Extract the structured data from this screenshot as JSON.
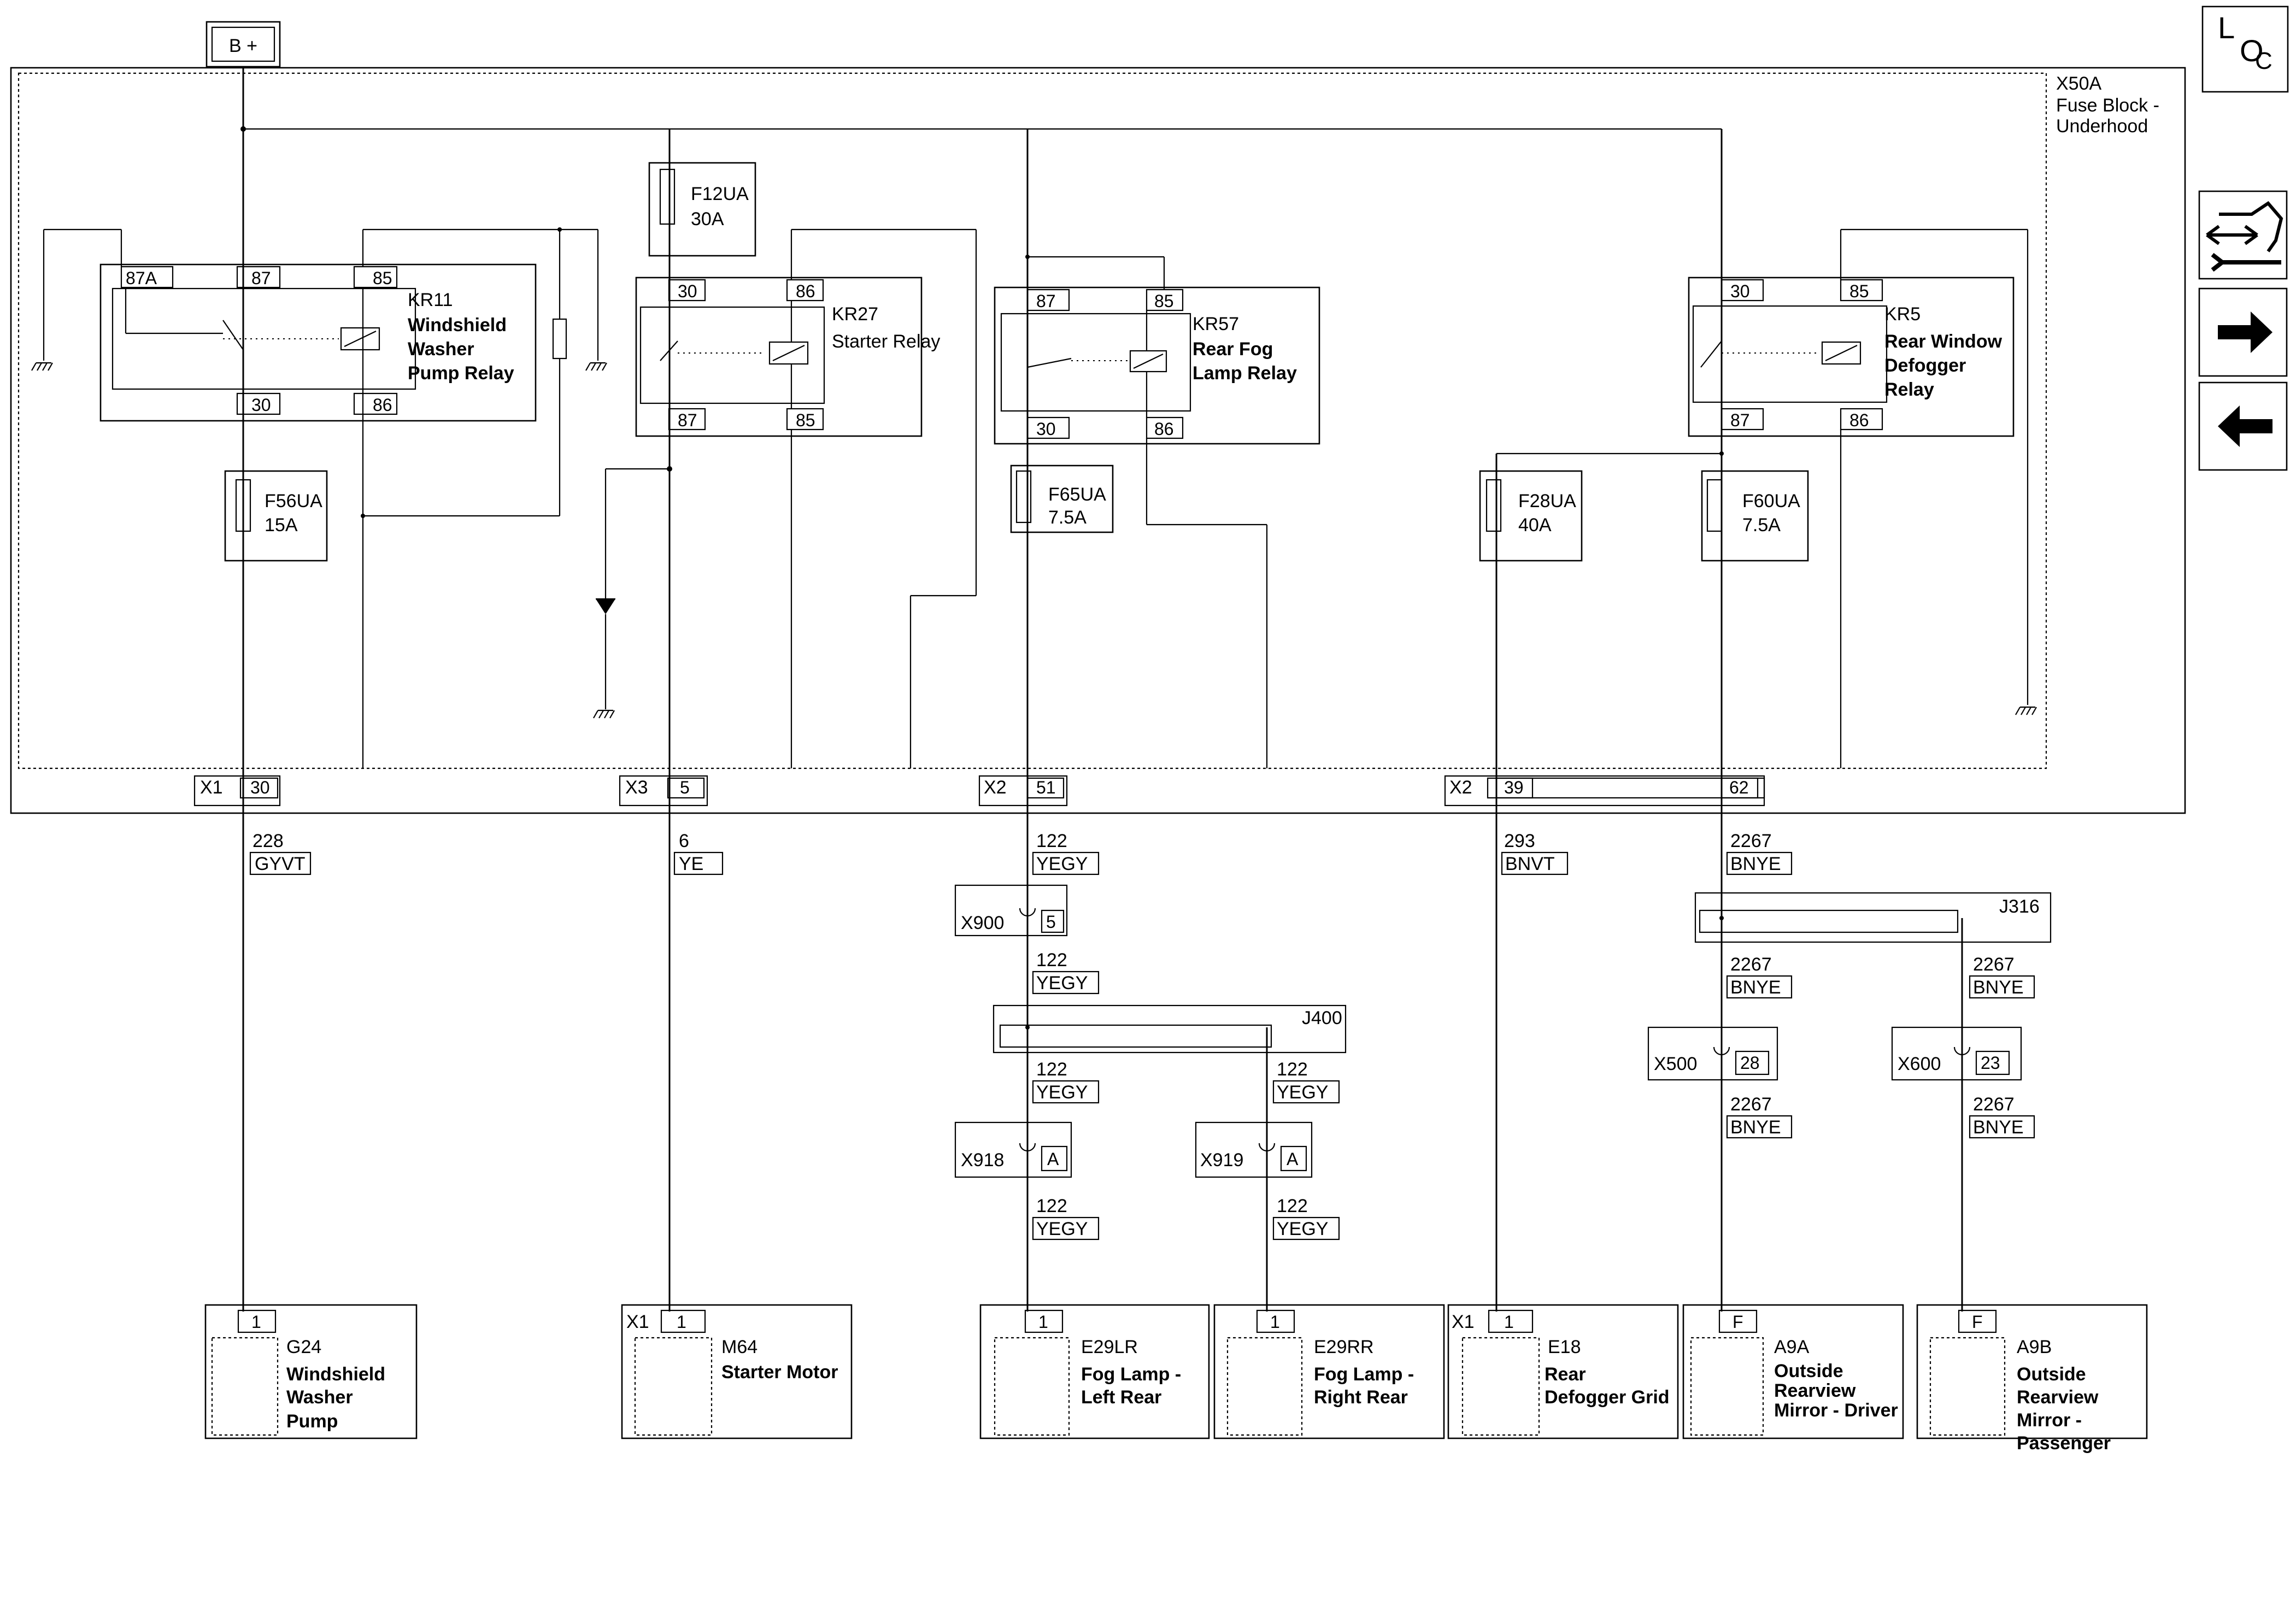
{
  "supply": "B +",
  "fuse_block": {
    "id": "X50A",
    "name_l1": "Fuse Block -",
    "name_l2": "Underhood"
  },
  "relays": {
    "kr11": {
      "id": "KR11",
      "name": [
        "Windshield",
        "Washer",
        "Pump Relay"
      ],
      "pins": [
        "87A",
        "87",
        "85",
        "30",
        "86"
      ]
    },
    "kr27": {
      "id": "KR27",
      "name": [
        "Starter Relay"
      ],
      "pins": [
        "30",
        "86",
        "87",
        "85"
      ]
    },
    "kr57": {
      "id": "KR57",
      "name": [
        "Rear Fog",
        "Lamp Relay"
      ],
      "pins": [
        "87",
        "85",
        "30",
        "86"
      ]
    },
    "kr5": {
      "id": "KR5",
      "name": [
        "Rear Window",
        "Defogger",
        "Relay"
      ],
      "pins": [
        "30",
        "85",
        "87",
        "86"
      ]
    }
  },
  "fuses": {
    "f12ua": {
      "id": "F12UA",
      "rating": "30A"
    },
    "f56ua": {
      "id": "F56UA",
      "rating": "15A"
    },
    "f65ua": {
      "id": "F65UA",
      "rating": "7.5A"
    },
    "f28ua": {
      "id": "F28UA",
      "rating": "40A"
    },
    "f60ua": {
      "id": "F60UA",
      "rating": "7.5A"
    }
  },
  "connectors": {
    "x1": {
      "id": "X1",
      "pin": "30"
    },
    "x3": {
      "id": "X3",
      "pin": "5"
    },
    "x2a": {
      "id": "X2",
      "pin": "51"
    },
    "x2b": {
      "id": "X2",
      "pin_a": "39",
      "pin_b": "62"
    }
  },
  "wires": {
    "w228": {
      "num": "228",
      "color": "GYVT"
    },
    "w6": {
      "num": "6",
      "color": "YE"
    },
    "w122": {
      "num": "122",
      "color": "YEGY"
    },
    "w293": {
      "num": "293",
      "color": "BNVT"
    },
    "w2267": {
      "num": "2267",
      "color": "BNYE"
    }
  },
  "inline": {
    "x900": {
      "id": "X900",
      "pin": "5"
    },
    "x918": {
      "id": "X918",
      "pin": "A"
    },
    "x919": {
      "id": "X919",
      "pin": "A"
    },
    "x500": {
      "id": "X500",
      "pin": "28"
    },
    "x600": {
      "id": "X600",
      "pin": "23"
    }
  },
  "splices": {
    "j400": "J400",
    "j316": "J316"
  },
  "components": {
    "g24": {
      "id": "G24",
      "pin": "1",
      "name": [
        "Windshield",
        "Washer",
        "Pump"
      ]
    },
    "m64": {
      "id": "M64",
      "conn": "X1",
      "pin": "1",
      "name": [
        "Starter Motor"
      ]
    },
    "e29lr": {
      "id": "E29LR",
      "pin": "1",
      "name": [
        "Fog Lamp -",
        "Left Rear"
      ]
    },
    "e29rr": {
      "id": "E29RR",
      "pin": "1",
      "name": [
        "Fog Lamp -",
        "Right Rear"
      ]
    },
    "e18": {
      "id": "E18",
      "conn": "X1",
      "pin": "1",
      "name": [
        "Rear",
        "Defogger Grid"
      ]
    },
    "a9a": {
      "id": "A9A",
      "pin": "F",
      "name": [
        "Outside",
        "Rearview",
        "Mirror - Driver"
      ]
    },
    "a9b": {
      "id": "A9B",
      "pin": "F",
      "name": [
        "Outside",
        "Rearview",
        "Mirror -",
        "Passenger"
      ]
    }
  },
  "nav": {
    "loc_l": "L",
    "loc_o": "O",
    "loc_c": "C"
  }
}
